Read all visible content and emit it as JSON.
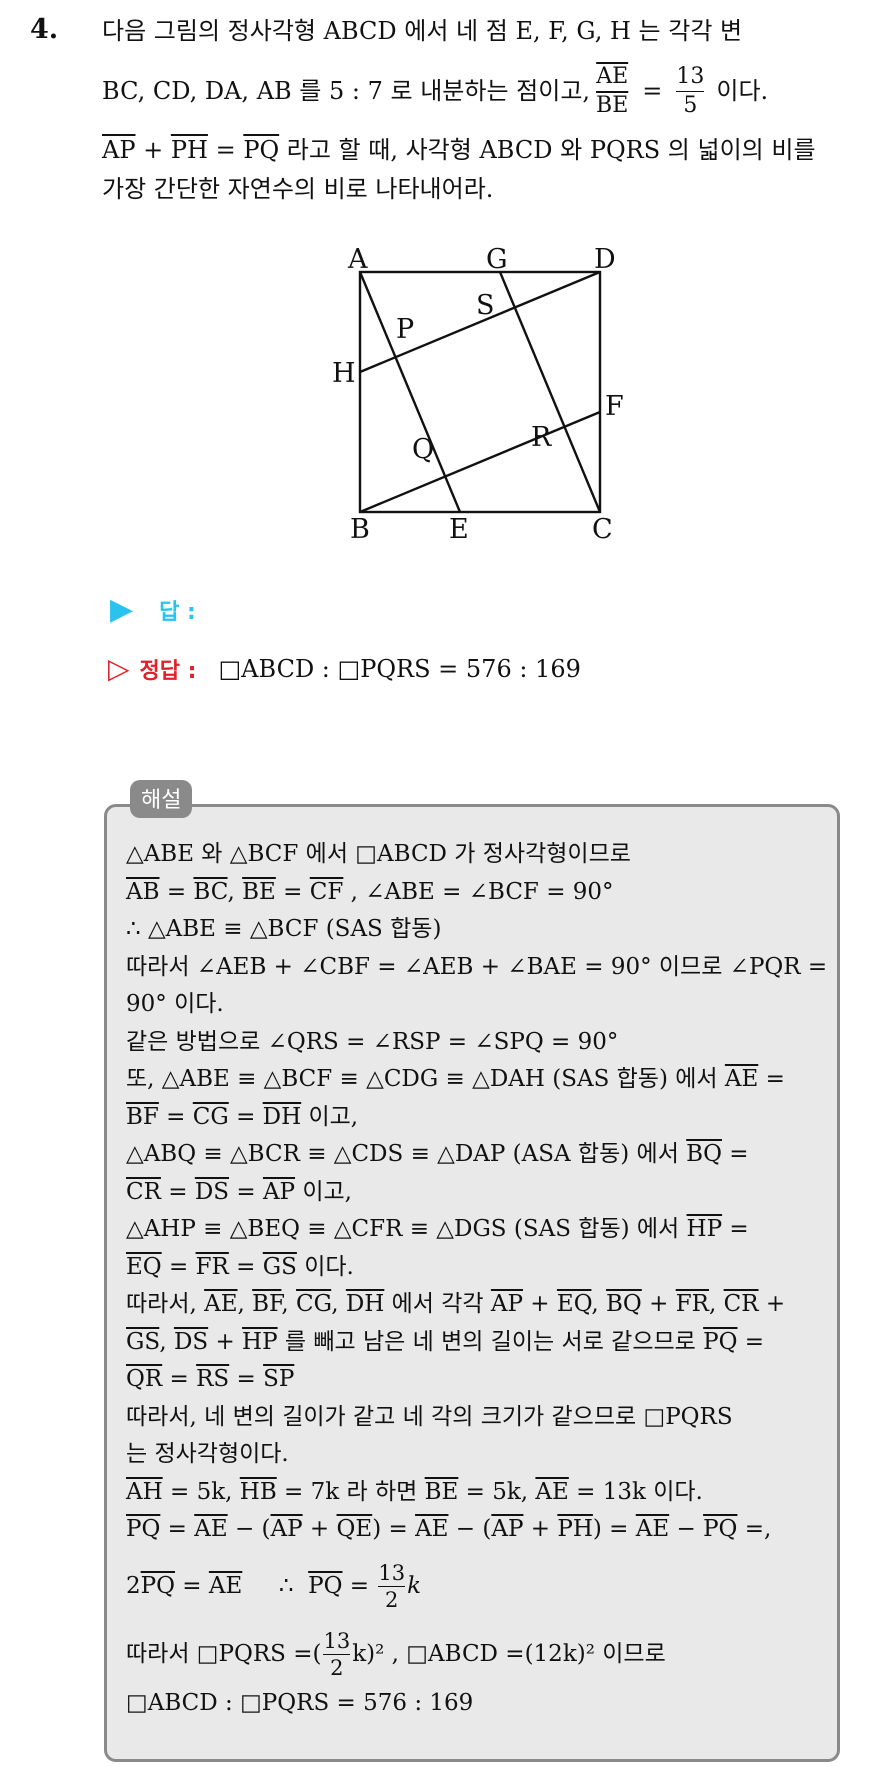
{
  "problem": {
    "number": "4.",
    "line1": "다음 그림의 정사각형 ABCD 에서 네 점 E, F, G, H 는 각각 변",
    "line2_pre": "BC, CD, DA, AB 를 5 : 7 로 내분하는 점이고,",
    "frac_ae_be_num": "AE",
    "frac_ae_be_den": "BE",
    "line2_eq": "=",
    "frac_13_5_num": "13",
    "frac_13_5_den": "5",
    "line2_post": "이다.",
    "line3_ap": "AP",
    "line3_plus": " + ",
    "line3_ph": "PH",
    "line3_eq": " = ",
    "line3_pq": "PQ",
    "line3_rest": " 라고 할 때, 사각형 ABCD 와 PQRS 의 넓이의 비를",
    "line4": "가장 간단한 자연수의 비로 나타내어라."
  },
  "figure": {
    "labels": {
      "A": "A",
      "B": "B",
      "C": "C",
      "D": "D",
      "E": "E",
      "F": "F",
      "G": "G",
      "H": "H",
      "P": "P",
      "Q": "Q",
      "R": "R",
      "S": "S"
    }
  },
  "answer": {
    "triangle": "▶",
    "label": "답 :",
    "key_triangle": "▷",
    "key_label": "정답 :",
    "key_value": "□ABCD : □PQRS = 576 : 169"
  },
  "solution": {
    "tag": "해설",
    "l1": "△ABE 와 △BCF 에서 □ABCD 가 정사각형이므로",
    "l2_ab": "AB",
    "l2_bc": "BC",
    "l2_be": "BE",
    "l2_cf": "CF",
    "l2_rest": " , ∠ABE = ∠BCF = 90°",
    "l3": "∴ △ABE ≡ △BCF (SAS 합동)",
    "l4": "따라서 ∠AEB + ∠CBF = ∠AEB + ∠BAE = 90° 이므로 ∠PQR =",
    "l5": "90° 이다.",
    "l6": "같은 방법으로 ∠QRS = ∠RSP = ∠SPQ = 90°",
    "l7_pre": "또, △ABE ≡ △BCF ≡ △CDG ≡ △DAH (SAS 합동) 에서 ",
    "l7_ae": "AE",
    "l8_bf": "BF",
    "l8_cg": "CG",
    "l8_dh": "DH",
    "l8_rest": " 이고,",
    "l9_pre": "△ABQ ≡ △BCR ≡ △CDS ≡ △DAP (ASA 합동) 에서 ",
    "l9_bq": "BQ",
    "l10_cr": "CR",
    "l10_ds": "DS",
    "l10_ap": "AP",
    "l10_rest": " 이고,",
    "l11_pre": "△AHP ≡ △BEQ ≡ △CFR ≡ △DGS (SAS 합동) 에서 ",
    "l11_hp": "HP",
    "l12_eq": "EQ",
    "l12_fr": "FR",
    "l12_gs": "GS",
    "l12_rest": " 이다.",
    "l13_pre": "따라서, ",
    "l13_ae": "AE",
    "l13_bf": "BF",
    "l13_cg": "CG",
    "l13_dh": "DH",
    "l13_mid": " 에서 각각 ",
    "l13_ap": "AP",
    "l13_eq": "EQ",
    "l13_bq": "BQ",
    "l13_fr": "FR",
    "l13_cr": "CR",
    "l14_gs": "GS",
    "l14_ds": "DS",
    "l14_hp": "HP",
    "l14_mid": " 를 빼고 남은 네 변의 길이는 서로 같으므로 ",
    "l14_pq": "PQ",
    "l15_qr": "QR",
    "l15_rs": "RS",
    "l15_sp": "SP",
    "l16": "따라서, 네 변의 길이가 같고 네 각의 크기가 같으므로 □PQRS",
    "l17": "는 정사각형이다.",
    "l18_ah": "AH",
    "l18_a": " = 5k, ",
    "l18_hb": "HB",
    "l18_b": " = 7k 라 하면 ",
    "l18_be": "BE",
    "l18_c": " = 5k, ",
    "l18_ae": "AE",
    "l18_d": " = 13k 이다.",
    "l19_pq": "PQ",
    "l19_ae": "AE",
    "l19_ap": "AP",
    "l19_qe": "QE",
    "l19_ae2": "AE",
    "l19_ap2": "AP",
    "l19_ph": "PH",
    "l19_ae3": "AE",
    "l19_pq2": "PQ",
    "l20_2": "2",
    "l20_pq": "PQ",
    "l20_ae": "AE",
    "l20_therefore": "∴",
    "l20_pq2": "PQ",
    "l20_frac_num": "13",
    "l20_frac_den": "2",
    "l20_k": "k",
    "l21_pre": "따라서 □PQRS =(",
    "l21_frac_num": "13",
    "l21_frac_den": "2",
    "l21_mid": "k)² , □ABCD =(12k)² 이므로",
    "l22": "□ABCD : □PQRS = 576 : 169"
  }
}
